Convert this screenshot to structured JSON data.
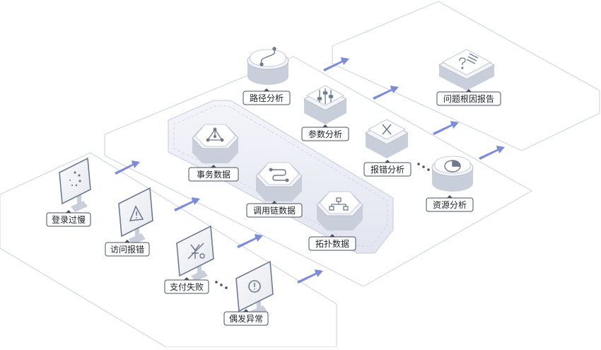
{
  "colors": {
    "accent": "#7C8CD8",
    "panel_stroke": "#D3D7E0",
    "device": "#F2F4F7",
    "device_side": "#C9CFDA",
    "icon": "#6E7A8F",
    "label_border": "#4A5060",
    "label_text": "#1E2128"
  },
  "symptoms": [
    {
      "label": "登录过慢",
      "icon": "loading-icon"
    },
    {
      "label": "访问报错",
      "icon": "warning-icon"
    },
    {
      "label": "支付失败",
      "icon": "payment-failed-icon"
    },
    {
      "label": "偶发异常",
      "icon": "exclamation-icon"
    }
  ],
  "data_sources": [
    {
      "label": "事务数据",
      "icon": "network-icon"
    },
    {
      "label": "调用链数据",
      "icon": "trace-icon"
    },
    {
      "label": "拓扑数据",
      "icon": "topology-icon"
    }
  ],
  "analyses": [
    {
      "label": "路径分析",
      "icon": "path-icon"
    },
    {
      "label": "参数分析",
      "icon": "sliders-icon"
    },
    {
      "label": "报错分析",
      "icon": "x-mark-icon"
    },
    {
      "label": "资源分析",
      "icon": "pie-icon"
    }
  ],
  "report": {
    "label": "问题根因报告",
    "icon": "report-icon"
  }
}
